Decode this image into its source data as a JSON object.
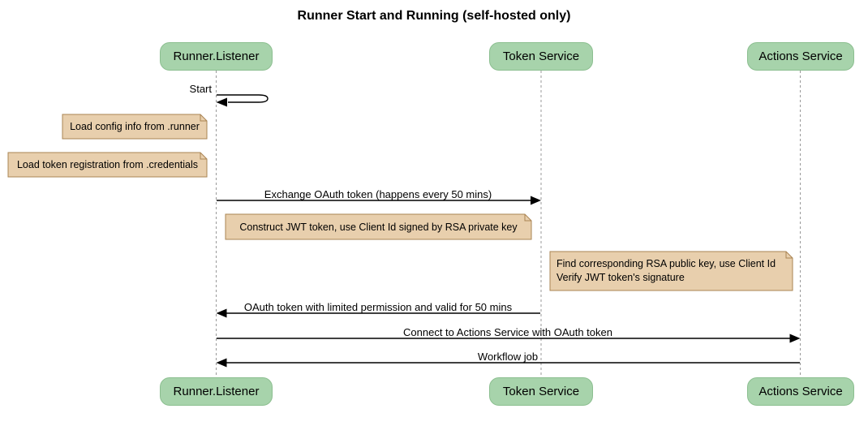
{
  "title": "Runner Start and Running (self-hosted only)",
  "participants": {
    "runner": "Runner.Listener",
    "token": "Token Service",
    "actions": "Actions Service"
  },
  "messages": {
    "start": "Start",
    "exchange": "Exchange OAuth token (happens every 50 mins)",
    "oauth_return": "OAuth token with limited permission and valid for 50 mins",
    "connect": "Connect to Actions Service with OAuth token",
    "workflow": "Workflow job"
  },
  "notes": {
    "load_config": "Load config info from .runner",
    "load_token": "Load token registration from .credentials",
    "construct_jwt": "Construct JWT token, use Client Id signed by RSA private key",
    "find_key_line1": "Find corresponding RSA public key, use Client Id",
    "find_key_line2": "Verify JWT token's signature"
  },
  "colors": {
    "participant-fill": "#a7d3ab",
    "participant-border": "#8cbf90",
    "note-fill": "#e8cfad",
    "note-border": "#aa8453",
    "lifeline": "#999999",
    "arrow": "#000000",
    "text": "#000000",
    "background": "#ffffff"
  }
}
